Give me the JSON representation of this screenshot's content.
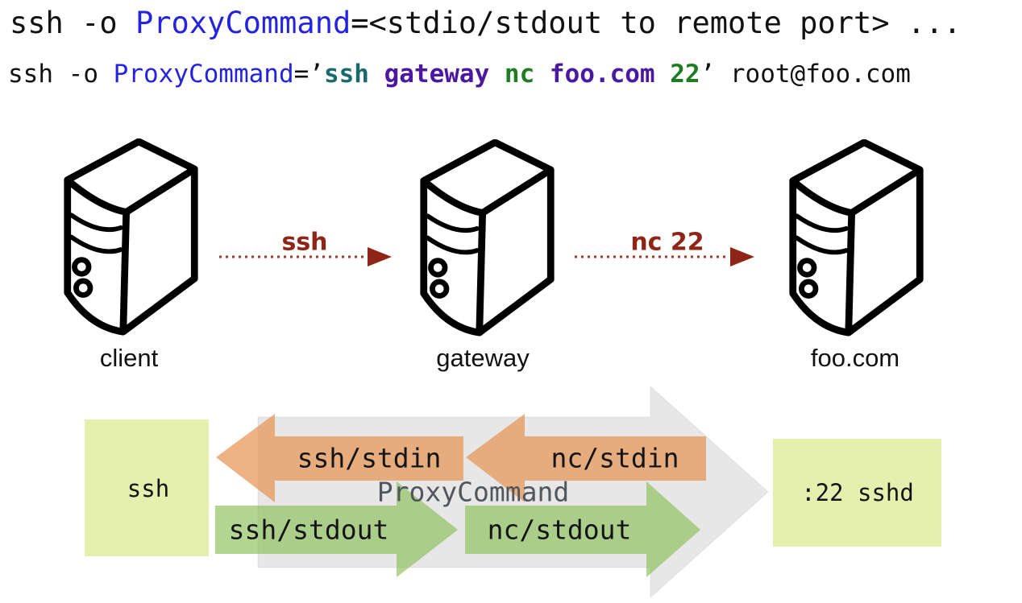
{
  "title": {
    "parts": [
      {
        "t": "ssh -o ",
        "role": "plain"
      },
      {
        "t": "ProxyCommand",
        "role": "keyword"
      },
      {
        "t": "=<stdio/stdout to remote port> ...",
        "role": "plain"
      }
    ]
  },
  "command": {
    "parts": [
      {
        "t": "ssh -o ",
        "role": "plain"
      },
      {
        "t": "ProxyCommand",
        "role": "keyword"
      },
      {
        "t": "=’",
        "role": "plain"
      },
      {
        "t": "ssh ",
        "role": "inner-command"
      },
      {
        "t": "gateway ",
        "role": "host"
      },
      {
        "t": "nc ",
        "role": "tool"
      },
      {
        "t": "foo.com ",
        "role": "host"
      },
      {
        "t": "22",
        "role": "port"
      },
      {
        "t": "’ root@foo.com",
        "role": "plain"
      }
    ]
  },
  "servers": [
    {
      "label": "client"
    },
    {
      "label": "gateway"
    },
    {
      "label": "foo.com"
    }
  ],
  "connections": [
    {
      "label": "ssh",
      "from": "client",
      "to": "gateway"
    },
    {
      "label": "nc 22",
      "from": "gateway",
      "to": "foo.com"
    }
  ],
  "pipeline": {
    "endpoints": {
      "client_process": "ssh",
      "server_process": ":22 sshd"
    },
    "proxy_label": "ProxyCommand",
    "streams": [
      {
        "label": "ssh/stdin",
        "direction": "left",
        "color": "orange"
      },
      {
        "label": "nc/stdin",
        "direction": "left",
        "color": "orange"
      },
      {
        "label": "ssh/stdout",
        "direction": "right",
        "color": "green"
      },
      {
        "label": "nc/stdout",
        "direction": "right",
        "color": "green"
      }
    ]
  },
  "colors": {
    "keyword_blue": "#2323e0",
    "inner_command_teal": "#186a6d",
    "host_purple": "#4b18a2",
    "port_green": "#1e7d22",
    "connection_dark_red": "#8e2517",
    "proxy_text_gray": "#50565c",
    "endpoint_box_fill": "#e5f0ae",
    "stream_orange": "#e89655",
    "stream_green": "#8abe58",
    "big_arrow_gray": "#e8e8e8"
  }
}
